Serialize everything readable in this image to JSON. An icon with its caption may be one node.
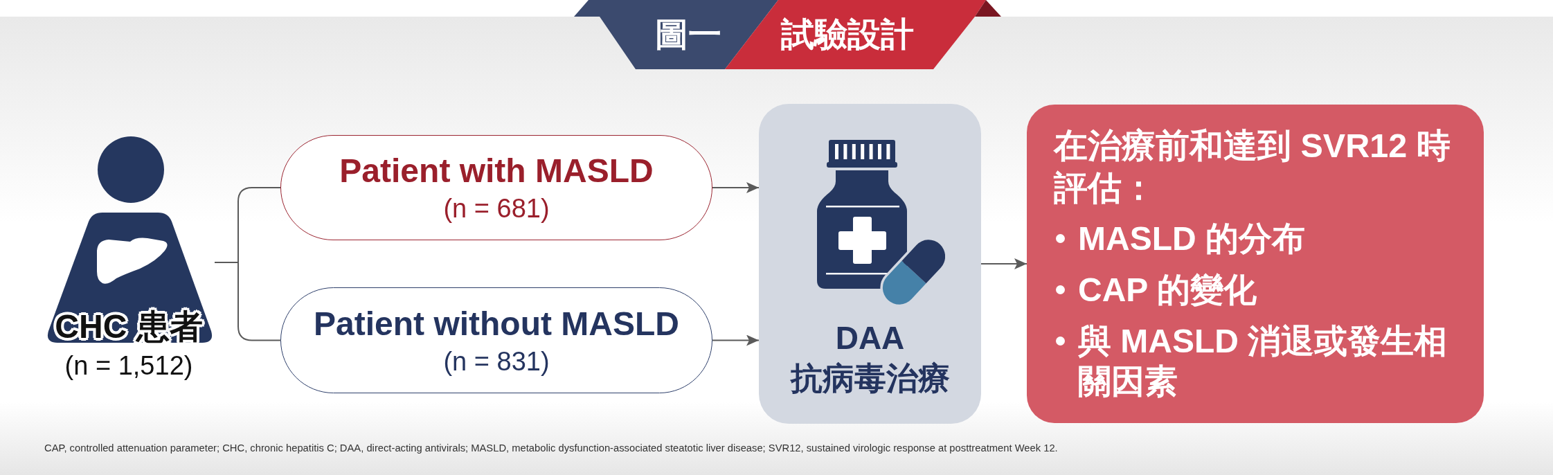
{
  "diagram": {
    "title": "試驗設計",
    "nodes": [
      {
        "text": [
          "CHC 患者",
          "(n = 1,512)"
        ]
      },
      {
        "text": [
          "Patient with MASLD",
          "(n = 681)"
        ]
      },
      {
        "text": [
          "Patient without MASLD",
          "(n = 831)"
        ]
      },
      {
        "text": [
          "DAA 抗病毒治療"
        ]
      },
      {
        "text": [
          "在治療前和達到 SVR12 時評估：",
          "MASLD 的分布",
          "CAP 的變化",
          "與 MASLD 消退或發生相關因素"
        ]
      }
    ],
    "edges": [
      {
        "from": 0,
        "to": 1,
        "arrow": "none"
      },
      {
        "from": 0,
        "to": 2,
        "arrow": "none"
      },
      {
        "from": 1,
        "to": 3,
        "arrow": "to"
      },
      {
        "from": 2,
        "to": 3,
        "arrow": "to"
      },
      {
        "from": 3,
        "to": 4,
        "arrow": "to"
      }
    ],
    "labels": [
      "圖一"
    ],
    "caption": "CAP, controlled attenuation parameter; CHC, chronic hepatitis C; DAA, direct-acting antivirals; MASLD, metabolic dysfunction-associated steatotic liver disease; SVR12, sustained virologic response at posttreatment Week 12."
  }
}
